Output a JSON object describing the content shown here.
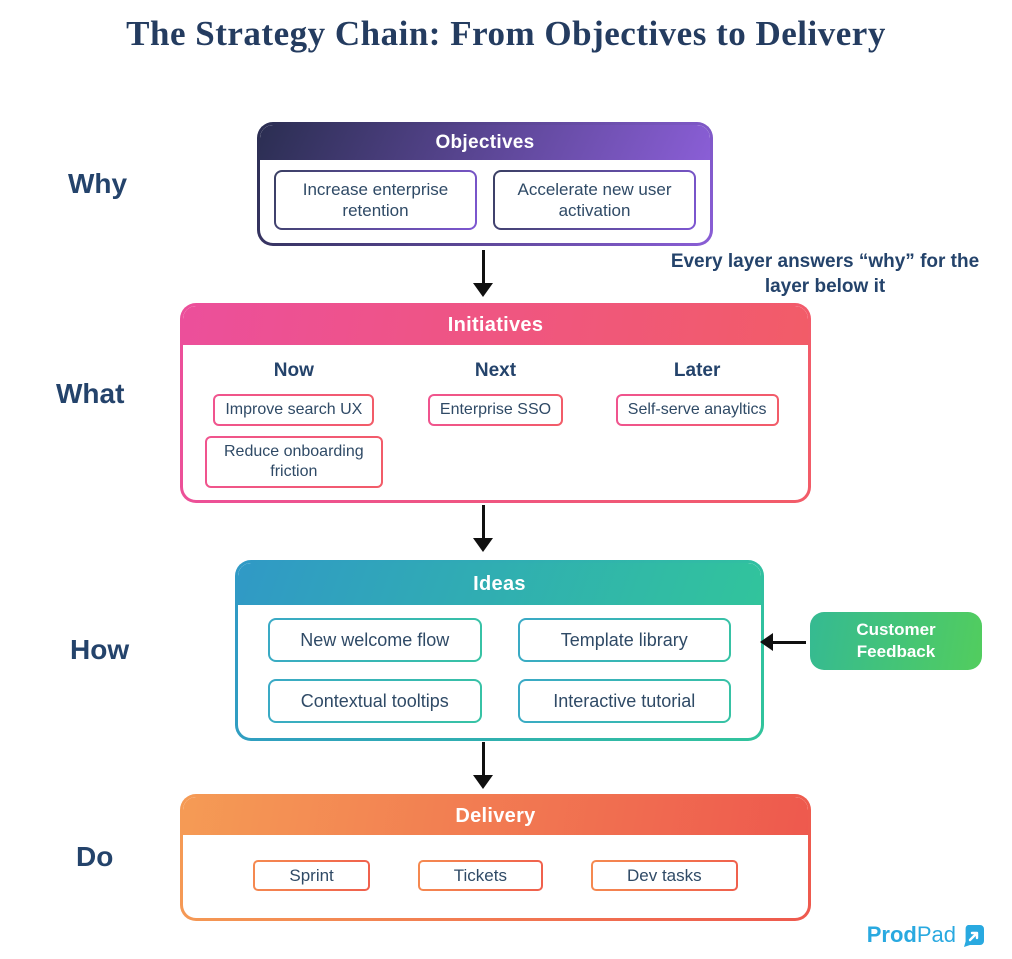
{
  "title": "The Strategy Chain: From Objectives to Delivery",
  "annotation": "Every layer answers “why” for the layer below it",
  "stages": {
    "why": "Why",
    "what": "What",
    "how": "How",
    "do": "Do"
  },
  "objectives": {
    "header": "Objectives",
    "chips": [
      "Increase enterprise retention",
      "Accelerate new user activation"
    ]
  },
  "initiatives": {
    "header": "Initiatives",
    "columns": [
      {
        "label": "Now",
        "chips": [
          "Improve search UX",
          "Reduce onboarding friction"
        ]
      },
      {
        "label": "Next",
        "chips": [
          "Enterprise SSO"
        ]
      },
      {
        "label": "Later",
        "chips": [
          "Self-serve anayltics"
        ]
      }
    ]
  },
  "ideas": {
    "header": "Ideas",
    "chips": [
      "New welcome flow",
      "Template library",
      "Contextual tooltips",
      "Interactive tutorial"
    ]
  },
  "delivery": {
    "header": "Delivery",
    "chips": [
      "Sprint",
      "Tickets",
      "Dev tasks"
    ]
  },
  "feedback": {
    "label": "Customer Feedback"
  },
  "logo": {
    "prod": "Prod",
    "pad": "Pad"
  },
  "colors": {
    "navy": "#24436b",
    "purple_start": "#2b2e52",
    "purple_end": "#8a5ed6",
    "pink_start": "#ec4f9b",
    "pink_end": "#f25c68",
    "teal_start": "#3099c6",
    "teal_end": "#31c49c",
    "green_start": "#35ba92",
    "green_end": "#52cd5e",
    "orange_start": "#f59b55",
    "orange_end": "#ee594e",
    "logo_blue": "#29a9e0"
  }
}
